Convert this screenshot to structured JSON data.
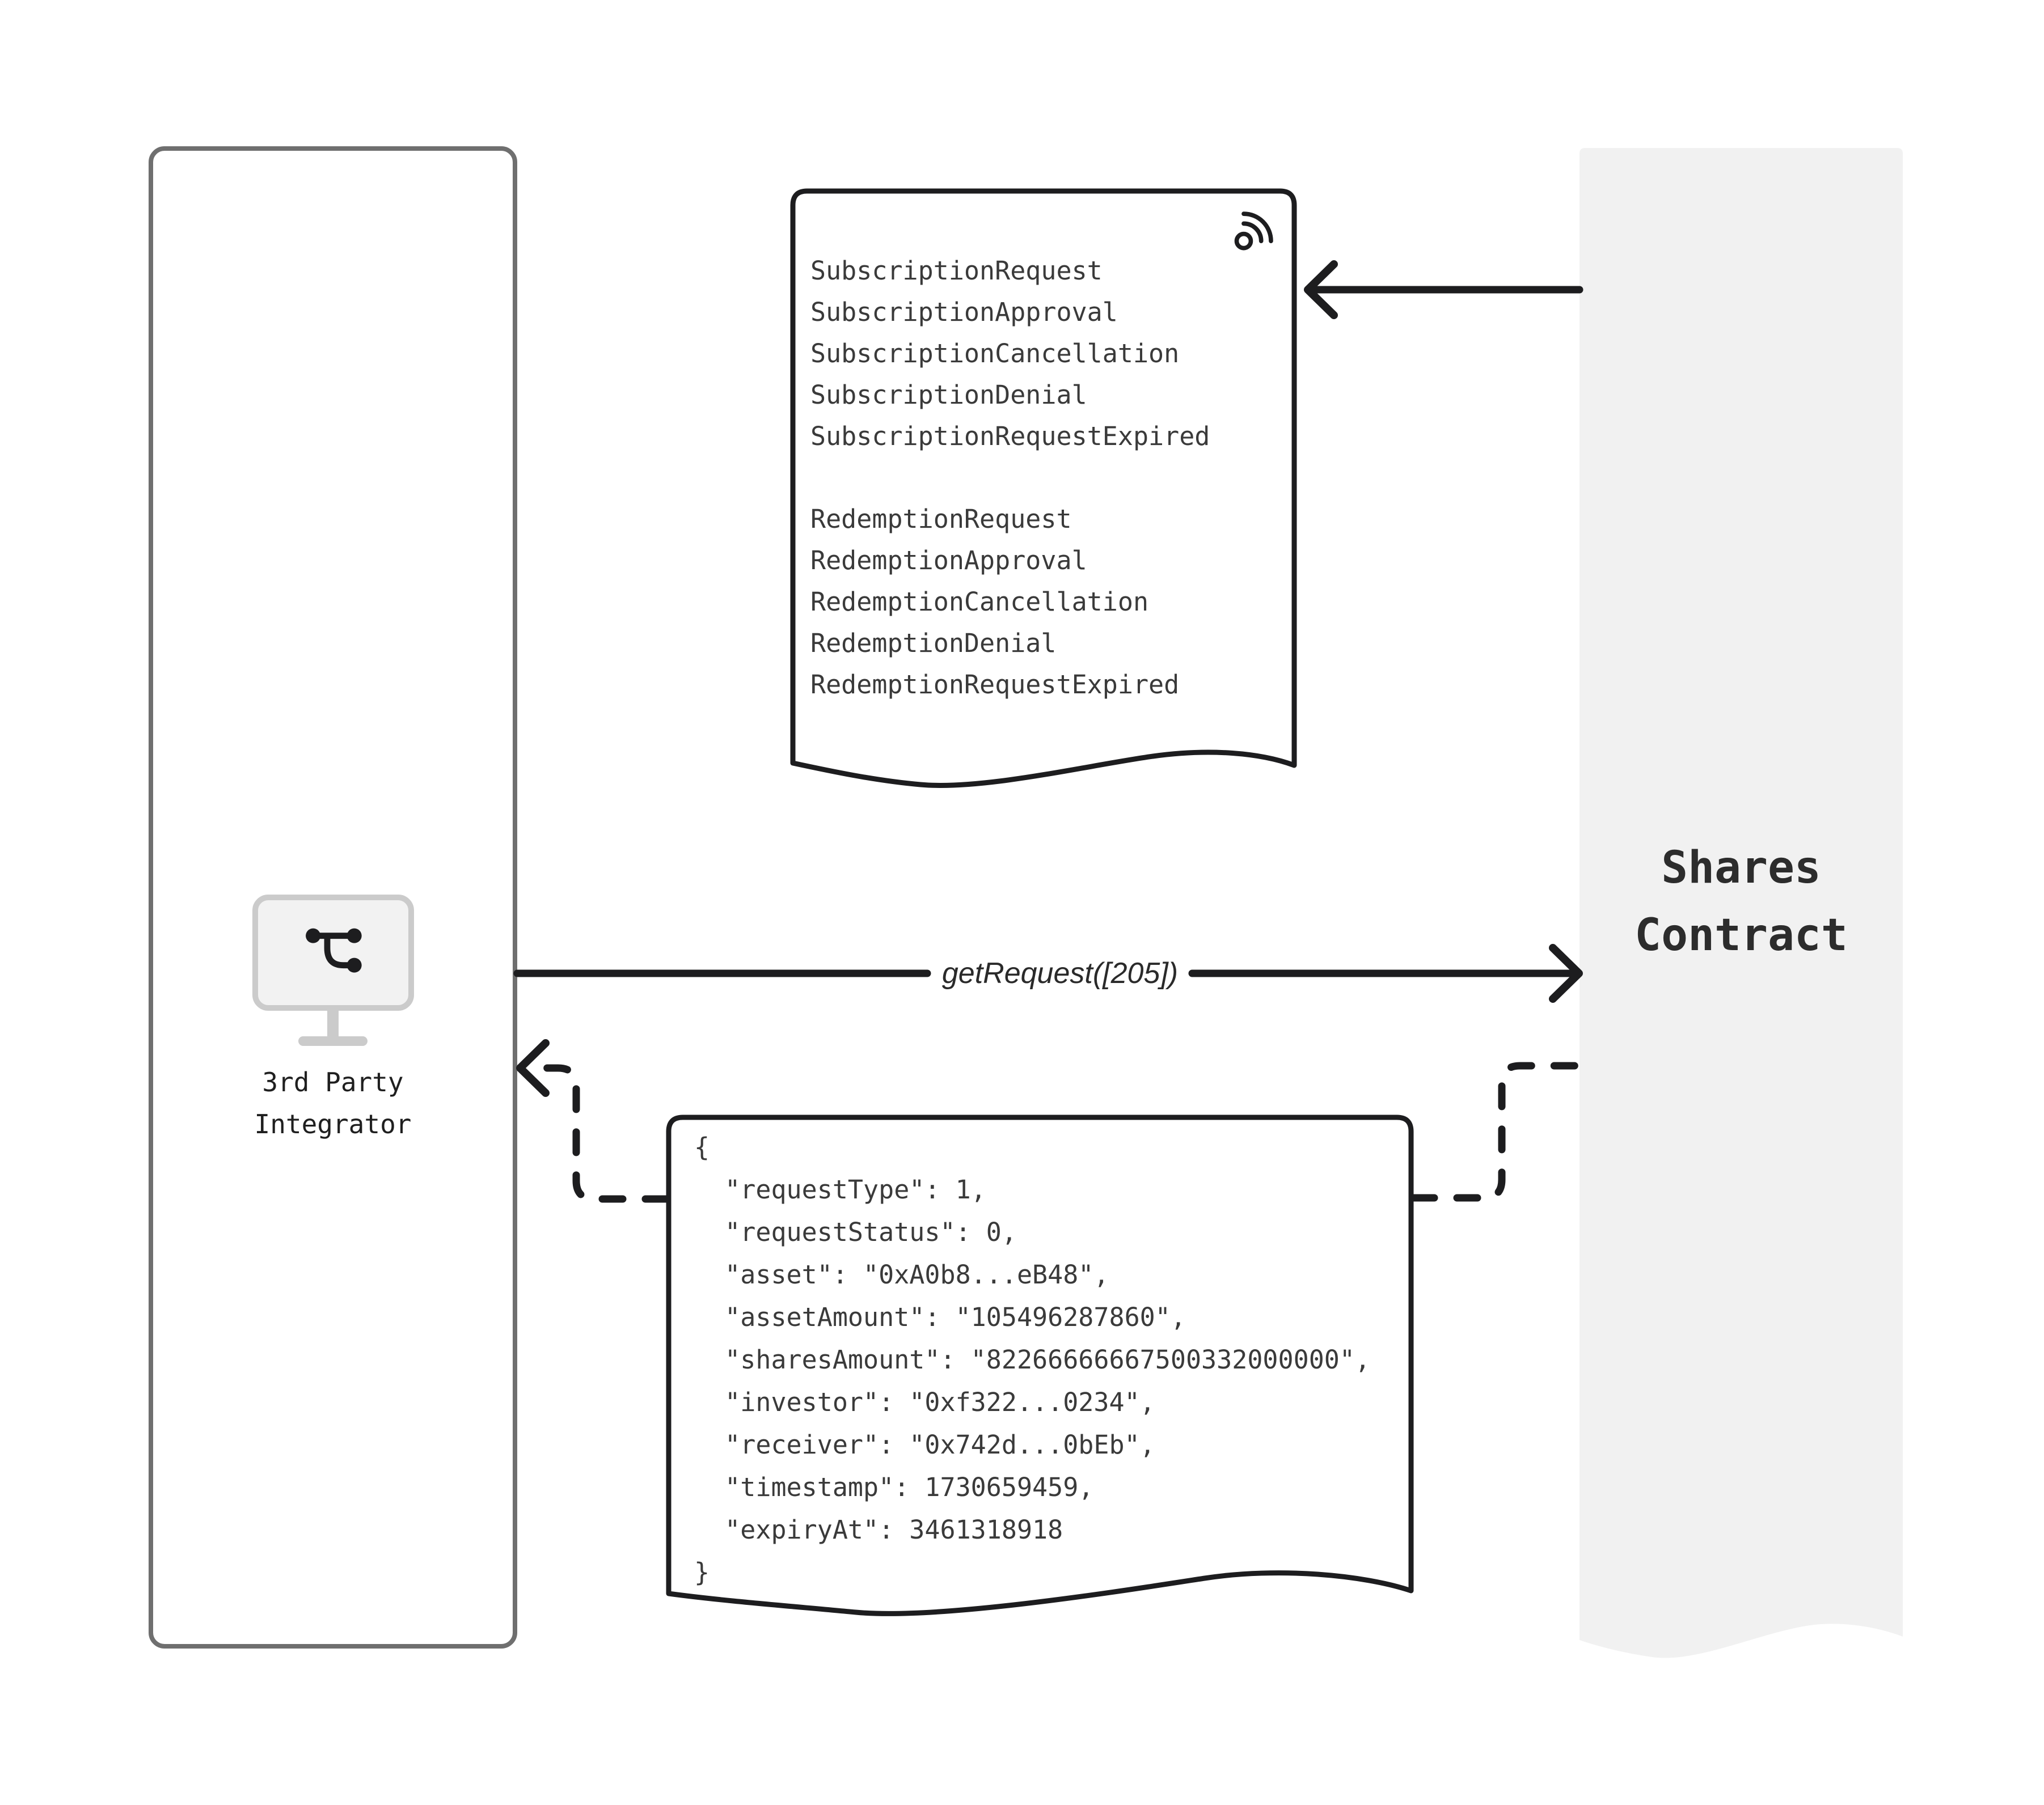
{
  "colors": {
    "outline": "#1d1d1f",
    "box-border": "#6f6f6f",
    "panel-bg": "#f1f1f1",
    "code-text": "#3a3a3a",
    "title-text": "#2c2c2c",
    "icon-gray": "#cbcbcb",
    "icon-bg": "#f2f2f2"
  },
  "integrator": {
    "label_line1": "3rd Party",
    "label_line2": "Integrator"
  },
  "events_scroll": {
    "items": [
      "SubscriptionRequest",
      "SubscriptionApproval",
      "SubscriptionCancellation",
      "SubscriptionDenial",
      "SubscriptionRequestExpired",
      "",
      "RedemptionRequest",
      "RedemptionApproval",
      "RedemptionCancellation",
      "RedemptionDenial",
      "RedemptionRequestExpired"
    ]
  },
  "request_arrow": {
    "label": "getRequest([205])"
  },
  "response_scroll": {
    "lines": [
      "{",
      "  \"requestType\": 1,",
      "  \"requestStatus\": 0,",
      "  \"asset\": \"0xA0b8...eB48\",",
      "  \"assetAmount\": \"105496287860\",",
      "  \"sharesAmount\": \"82266666667500332000000\",",
      "  \"investor\": \"0xf322...0234\",",
      "  \"receiver\": \"0x742d...0bEb\",",
      "  \"timestamp\": 1730659459,",
      "  \"expiryAt\": 3461318918",
      "}"
    ]
  },
  "shares_contract": {
    "title_line1": "Shares",
    "title_line2": "Contract"
  }
}
